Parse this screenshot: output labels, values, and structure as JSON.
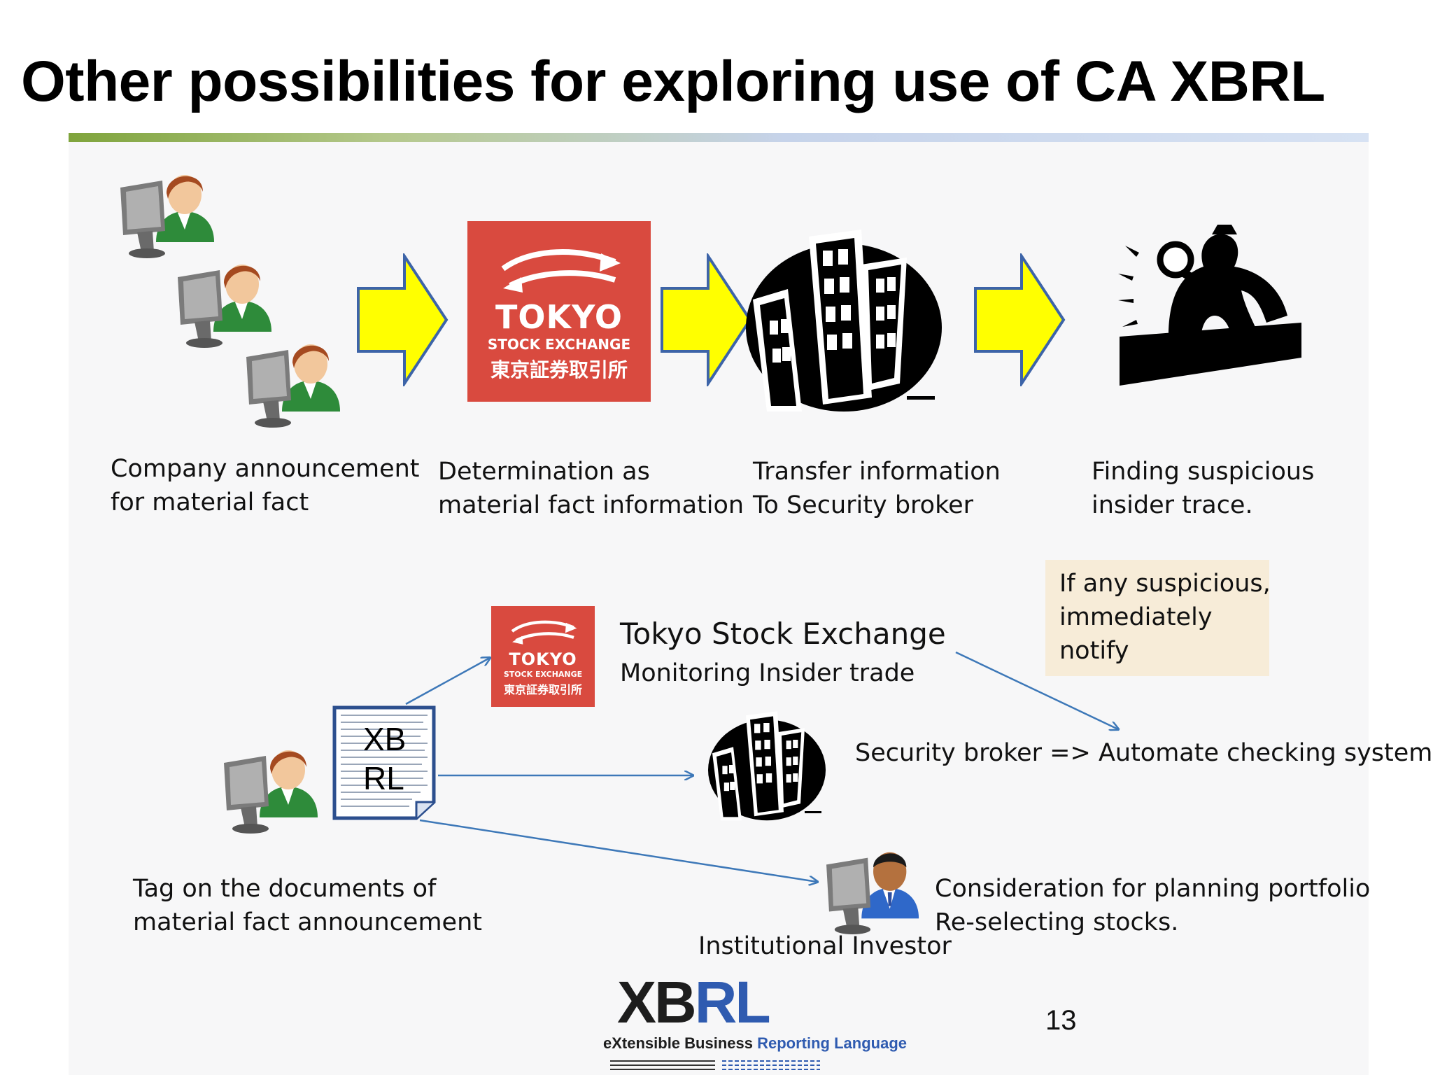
{
  "slide": {
    "title": "Other possibilities for exploring use of CA XBRL",
    "page_number": "13"
  },
  "flow_top": {
    "captions": [
      {
        "line1": "Company announcement",
        "line2": "for material fact"
      },
      {
        "line1": "Determination as",
        "line2": "material fact information"
      },
      {
        "line1": "Transfer information",
        "line2": "To Security broker"
      },
      {
        "line1": "Finding suspicious",
        "line2": "insider trace."
      }
    ],
    "arrow_color": "#ffff00",
    "arrow_outline": "#3d64a8"
  },
  "tse_logo": {
    "name": "TOKYO",
    "sub": "STOCK EXCHANGE",
    "jp": "東京証券取引所",
    "color": "#d94a3f"
  },
  "flow_bottom": {
    "exchange_title": "Tokyo Stock Exchange",
    "exchange_sub": "Monitoring Insider trade",
    "notify_box": {
      "line1": "If any suspicious,",
      "line2": "immediately",
      "line3": "notify"
    },
    "broker_text": "Security broker =>  Automate checking system",
    "investor_label": "Institutional Investor",
    "investor_caption": {
      "line1": "Consideration for planning portfolio",
      "line2": "Re-selecting stocks."
    },
    "tag_caption": {
      "line1": "Tag on the documents of",
      "line2": "material fact announcement"
    },
    "xbrl_doc": {
      "line1": "XB",
      "line2": "RL"
    },
    "connector_color": "#3d78b8"
  },
  "logo": {
    "xb": "XB",
    "rl": "RL",
    "tagline_a": "eXtensible Business",
    "tagline_b": "Reporting Language"
  }
}
